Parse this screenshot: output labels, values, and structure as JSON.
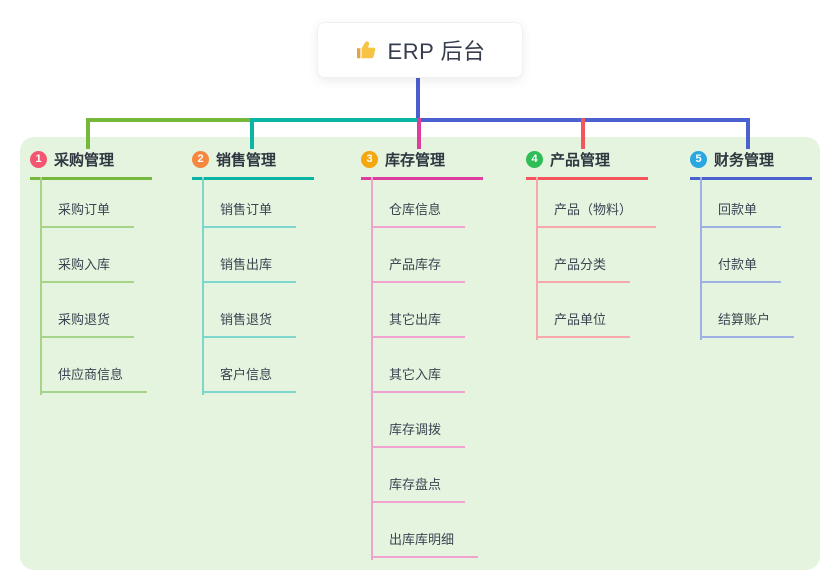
{
  "root": {
    "title": "ERP 后台",
    "icon": "thumbs-up-icon"
  },
  "colors": {
    "panel_bg": "#e4f4df",
    "root_stem": "#4a5ed0",
    "card_text": "#363d4d"
  },
  "branches": [
    {
      "number": "1",
      "title": "采购管理",
      "badge_color": "#f25670",
      "line_color": "#76b83c",
      "light_line_color": "#a6d488",
      "items": [
        "采购订单",
        "采购入库",
        "采购退货",
        "供应商信息"
      ]
    },
    {
      "number": "2",
      "title": "销售管理",
      "badge_color": "#f5873f",
      "line_color": "#0ab5a4",
      "light_line_color": "#7fd6cb",
      "items": [
        "销售订单",
        "销售出库",
        "销售退货",
        "客户信息"
      ]
    },
    {
      "number": "3",
      "title": "库存管理",
      "badge_color": "#f5a70e",
      "line_color": "#dd3d9e",
      "light_line_color": "#f2a2cf",
      "items": [
        "仓库信息",
        "产品库存",
        "其它出库",
        "其它入库",
        "库存调拨",
        "库存盘点",
        "出库库明细"
      ]
    },
    {
      "number": "4",
      "title": "产品管理",
      "badge_color": "#2fbd57",
      "line_color": "#f4555c",
      "light_line_color": "#f8a8ab",
      "items": [
        "产品（物料）",
        "产品分类",
        "产品单位"
      ]
    },
    {
      "number": "5",
      "title": "财务管理",
      "badge_color": "#29a7e1",
      "line_color": "#4a61cf",
      "light_line_color": "#9fb0e4",
      "items": [
        "回款单",
        "付款单",
        "结算账户"
      ]
    }
  ]
}
